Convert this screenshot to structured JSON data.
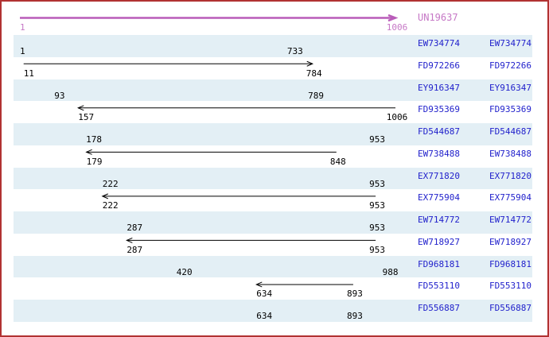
{
  "page": {
    "border_color": "#b13232",
    "background": "#ffffff"
  },
  "colors": {
    "contig_arrow": "#b95cb9",
    "contig_text": "#c678c6",
    "accession_link": "#2222cc",
    "row_stripe": "#e3eff5",
    "est_arrow": "#000000",
    "coordinate_text": "#000000"
  },
  "chart_data": {
    "type": "bar",
    "subtype": "horizontal-interval-alignment",
    "title": "",
    "xlabel": "",
    "ylabel": "",
    "axis_range": [
      1,
      1006
    ],
    "grid": false,
    "legend": false,
    "reference": {
      "id": "UN19637",
      "start": 1,
      "end": 1006,
      "direction": "right"
    },
    "rows": [
      {
        "accession": "EW734774",
        "start": 1,
        "end": 733,
        "direction": "right"
      },
      {
        "accession": "FD972266",
        "start": 11,
        "end": 784,
        "direction": "right"
      },
      {
        "accession": "EY916347",
        "start": 93,
        "end": 789,
        "direction": "right"
      },
      {
        "accession": "FD935369",
        "start": 157,
        "end": 1006,
        "direction": "left"
      },
      {
        "accession": "FD544687",
        "start": 178,
        "end": 953,
        "direction": "left"
      },
      {
        "accession": "EW738488",
        "start": 179,
        "end": 848,
        "direction": "left"
      },
      {
        "accession": "EX771820",
        "start": 222,
        "end": 953,
        "direction": "right"
      },
      {
        "accession": "EX775904",
        "start": 222,
        "end": 953,
        "direction": "left"
      },
      {
        "accession": "EW714772",
        "start": 287,
        "end": 953,
        "direction": "right"
      },
      {
        "accession": "EW718927",
        "start": 287,
        "end": 953,
        "direction": "left"
      },
      {
        "accession": "FD968181",
        "start": 420,
        "end": 988,
        "direction": "left"
      },
      {
        "accession": "FD553110",
        "start": 634,
        "end": 893,
        "direction": "left"
      },
      {
        "accession": "FD556887",
        "start": 634,
        "end": 893,
        "direction": "right"
      }
    ]
  }
}
